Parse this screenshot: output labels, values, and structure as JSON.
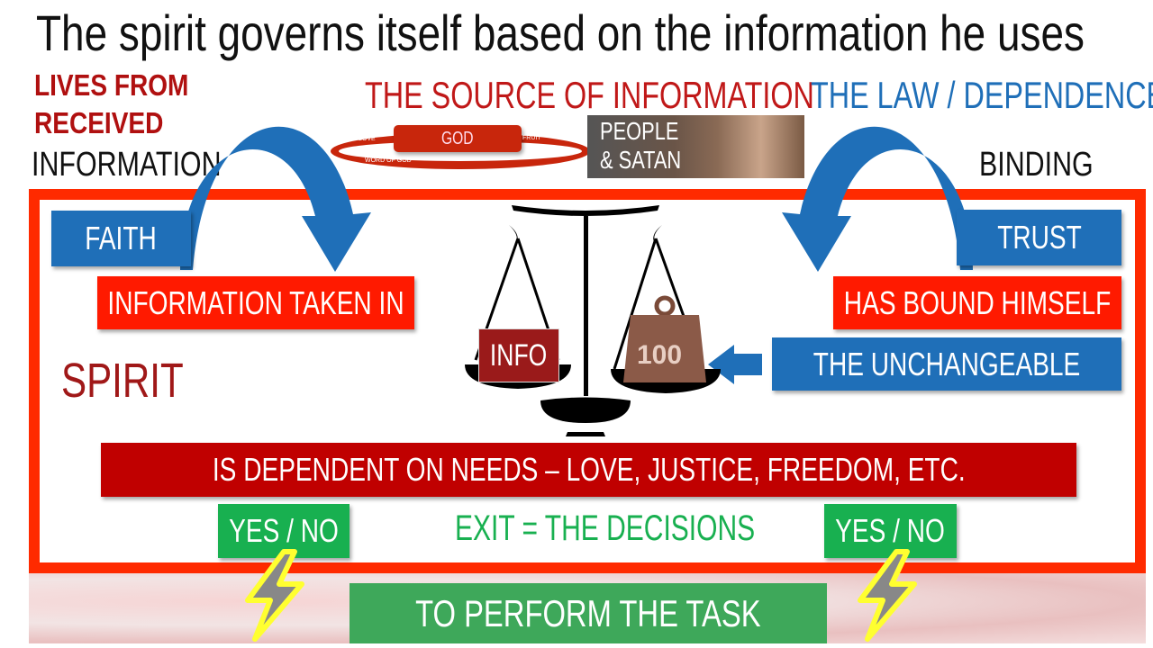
{
  "title": "The spirit governs itself based on the information he uses",
  "left_heading": {
    "line1": "LIVES FROM",
    "line2": "RECEIVED",
    "line3": "INFORMATION"
  },
  "source_heading": "THE SOURCE OF INFORMATION",
  "law_heading": "THE LAW / DEPENDENCE",
  "binding": "BINDING",
  "god_ring": {
    "center": "GOD",
    "love": "LOVE",
    "fruit": "FRUIT",
    "word": "WORD OF GOD"
  },
  "people": {
    "line1": "PEOPLE",
    "line2": "& SATAN"
  },
  "faith": "FAITH",
  "info_taken": "INFORMATION TAKEN IN",
  "trust": "TRUST",
  "bound": "HAS BOUND HIMSELF",
  "unchangeable": "THE UNCHANGEABLE",
  "spirit": "SPIRIT",
  "scale": {
    "left": "INFO",
    "right": "100"
  },
  "needs": "IS DEPENDENT ON NEEDS – LOVE, JUSTICE, FREEDOM, ETC.",
  "yes_no_left": "YES / NO",
  "yes_no_right": "YES / NO",
  "exit": "EXIT = THE DECISIONS",
  "task": "TO PERFORM THE TASK",
  "colors": {
    "red": "#ff1a00",
    "dark_red": "#c00000",
    "blue": "#1f6fb8",
    "green": "#18b050"
  }
}
